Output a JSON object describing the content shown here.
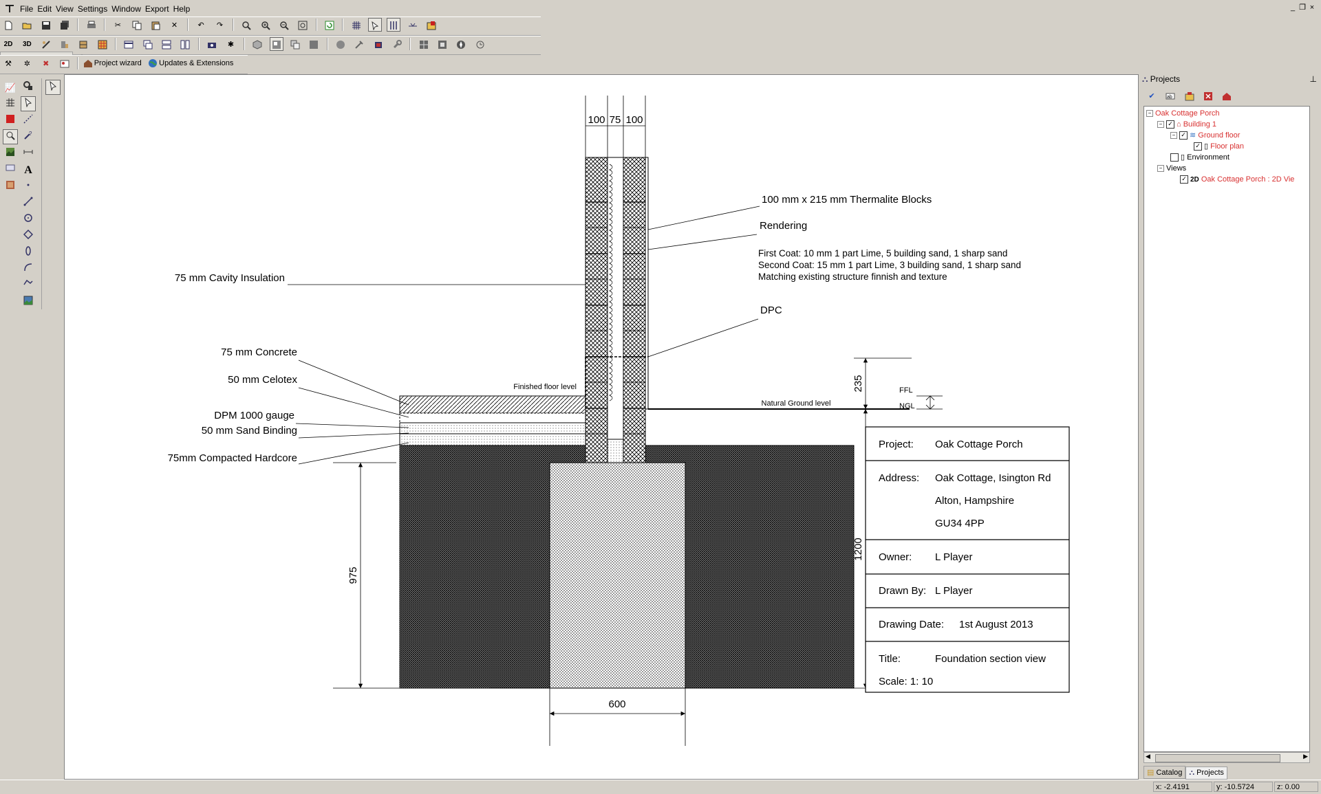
{
  "menu": {
    "items": [
      "File",
      "Edit",
      "View",
      "Settings",
      "Window",
      "Export",
      "Help"
    ],
    "window_controls": [
      "_",
      "❐",
      "×"
    ]
  },
  "toolbar": {
    "view_2d": "2D",
    "view_3d": "3D",
    "project_wizard": "Project wizard",
    "updates_extensions": "Updates & Extensions",
    "zoom_value": ""
  },
  "drawing": {
    "dims_top": [
      "100",
      "75",
      "100"
    ],
    "labels": {
      "thermalite": "100 mm x 215 mm Thermalite Blocks",
      "rendering": "Rendering",
      "first_coat": "First Coat: 10 mm 1 part Lime, 5 building sand, 1 sharp sand",
      "second_coat": "Second Coat: 15 mm 1 part Lime, 3 building sand, 1 sharp sand",
      "matching": "Matching existing structure finnish and texture",
      "cavity": "75 mm Cavity Insulation",
      "dpc": "DPC",
      "concrete": "75 mm Concrete",
      "celotex": "50 mm Celotex",
      "dpm": "DPM 1000 gauge",
      "sand_binding": "50 mm Sand Binding",
      "hardcore": "75mm Compacted Hardcore",
      "ffl_text": "Finished floor level",
      "ngl_text": "Natural Ground level",
      "ffl": "FFL",
      "ngl": "NGL"
    },
    "dims": {
      "d235": "235",
      "d1200": "1200",
      "d975": "975",
      "d600": "600"
    },
    "title_block": {
      "project_label": "Project:",
      "project_value": "Oak Cottage Porch",
      "address_label": "Address:",
      "address_line1": "Oak Cottage, Isington Rd",
      "address_line2": "Alton, Hampshire",
      "address_line3": "GU34 4PP",
      "owner_label": "Owner:",
      "owner_value": "L Player",
      "drawn_label": "Drawn By:",
      "drawn_value": "L Player",
      "date_label": "Drawing Date:",
      "date_value": "1st August 2013",
      "title_label": "Title:",
      "title_value": "Foundation section view",
      "scale": "Scale: 1: 10"
    }
  },
  "panel": {
    "title": "Projects",
    "tree": {
      "project": "Oak Cottage Porch",
      "building": "Building 1",
      "ground_floor": "Ground floor",
      "floor_plan": "Floor plan",
      "environment": "Environment",
      "views": "Views",
      "view_2d_tag": "2D",
      "view_2d": "Oak Cottage Porch : 2D Vie"
    },
    "tabs": [
      "Catalog",
      "Projects"
    ],
    "selected_tab": "Projects"
  },
  "status": {
    "x": "x: -2.4191",
    "y": "y: -10.5724",
    "z": "z: 0.00"
  },
  "colors": {
    "tree_red": "#d83030",
    "ui_gray": "#d4d0c8"
  }
}
